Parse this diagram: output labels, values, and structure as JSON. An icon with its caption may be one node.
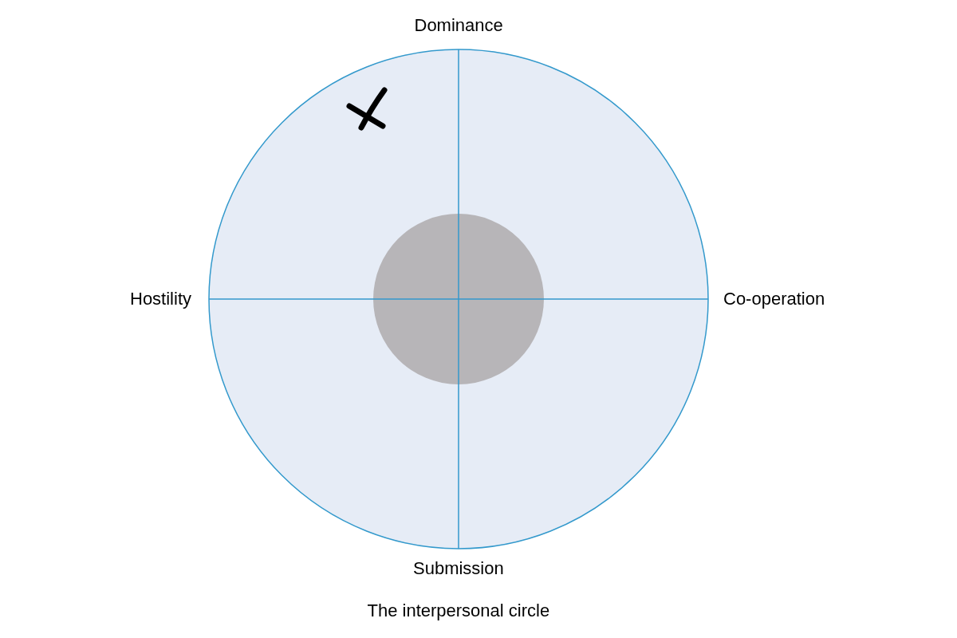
{
  "diagram": {
    "caption": "The interpersonal circle",
    "labels": [
      "Dominance",
      "Hostility",
      "Co-operation",
      "Submission"
    ]
  }
}
